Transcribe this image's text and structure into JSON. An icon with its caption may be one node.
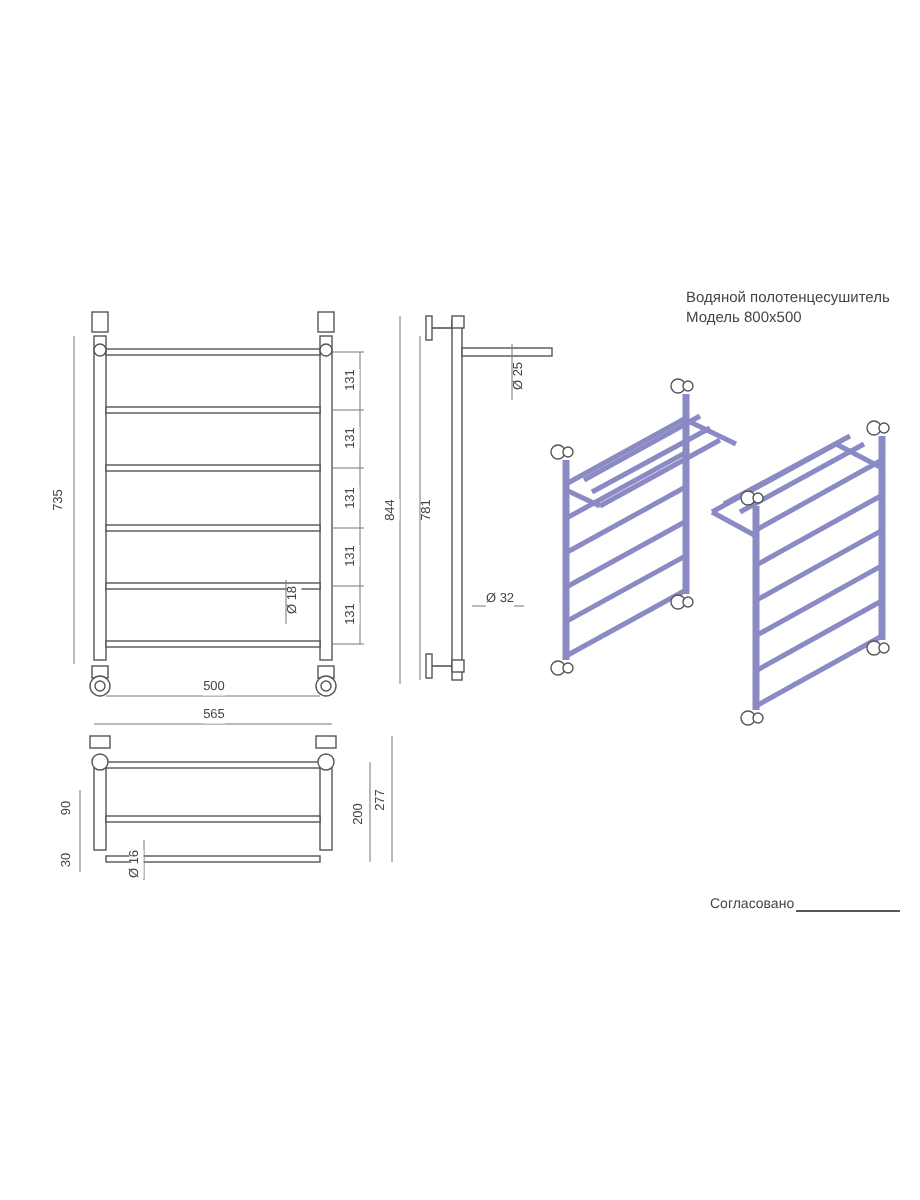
{
  "diagram": {
    "labels": [
      "Водяной полотенцесушитель",
      "Модель 800x500",
      "735",
      "131",
      "131",
      "131",
      "131",
      "131",
      "Ø 18",
      "500",
      "844",
      "781",
      "Ø 25",
      "Ø 32",
      "565",
      "90",
      "30",
      "Ø 16",
      "200",
      "277",
      "Согласовано"
    ]
  }
}
